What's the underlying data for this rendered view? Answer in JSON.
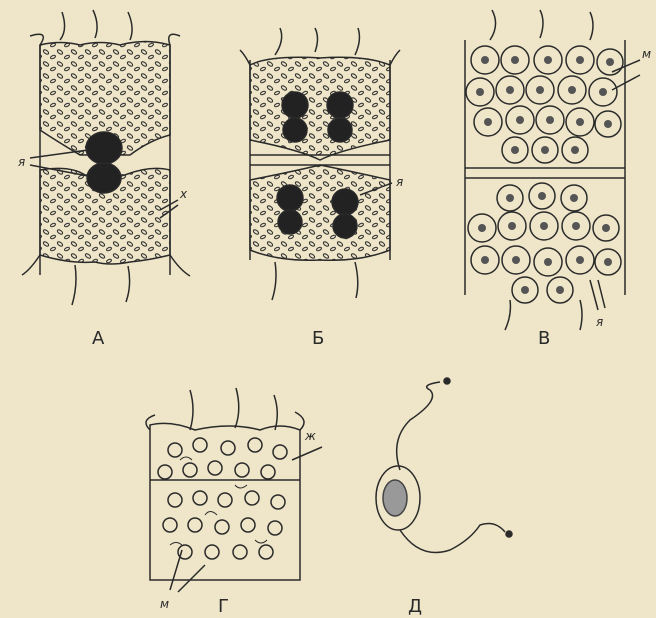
{
  "panels": [
    {
      "id": "a",
      "label": "А"
    },
    {
      "id": "b",
      "label": "Б"
    },
    {
      "id": "v",
      "label": "В"
    },
    {
      "id": "g",
      "label": "Г"
    },
    {
      "id": "d",
      "label": "Д"
    }
  ],
  "annotations": {
    "a_nucleus": "я",
    "a_chromatophore": "х",
    "b_nucleus": "я",
    "v_cell": "м",
    "v_nucleus": "я",
    "g_flagellum": "ж",
    "g_cell": "м"
  },
  "colors": {
    "paper": "#efe6c9",
    "ink": "#2a2a2a",
    "dark_nucleus": "#222222"
  }
}
